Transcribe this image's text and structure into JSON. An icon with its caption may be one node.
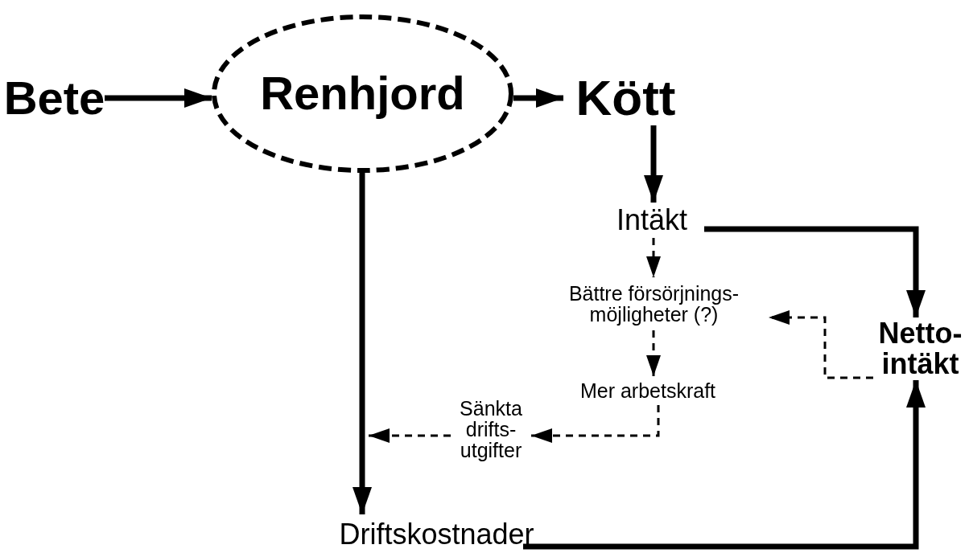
{
  "diagram": {
    "nodes": [
      {
        "text": [
          "Bete"
        ]
      },
      {
        "text": [
          "Renhjord"
        ]
      },
      {
        "text": [
          "Kött"
        ]
      },
      {
        "text": [
          "Intäkt"
        ]
      },
      {
        "text": [
          "Bättre försörjnings- möjligheter (?)"
        ]
      },
      {
        "text": [
          "Mer arbetskraft"
        ]
      },
      {
        "text": [
          "Sänkta drifts- utgifter"
        ]
      },
      {
        "text": [
          "Driftskostnader"
        ]
      },
      {
        "text": [
          "Netto- intäkt"
        ]
      }
    ],
    "edges": [
      {
        "from": 0,
        "to": 1,
        "arrow": "to"
      },
      {
        "from": 1,
        "to": 2,
        "arrow": "to"
      },
      {
        "from": 2,
        "to": 3,
        "arrow": "to"
      },
      {
        "from": 1,
        "to": 7,
        "arrow": "to"
      },
      {
        "from": 3,
        "to": 8,
        "arrow": "to"
      },
      {
        "from": 7,
        "to": 8,
        "arrow": "to"
      },
      {
        "from": 3,
        "to": 4,
        "arrow": "to",
        "style": "dashed"
      },
      {
        "from": 4,
        "to": 5,
        "arrow": "to",
        "style": "dashed"
      },
      {
        "from": 5,
        "to": 6,
        "arrow": "to",
        "style": "dashed"
      },
      {
        "from": 6,
        "to": null,
        "arrow": "to",
        "style": "dashed"
      },
      {
        "from": 8,
        "to": 4,
        "arrow": "to",
        "style": "dashed"
      }
    ]
  }
}
